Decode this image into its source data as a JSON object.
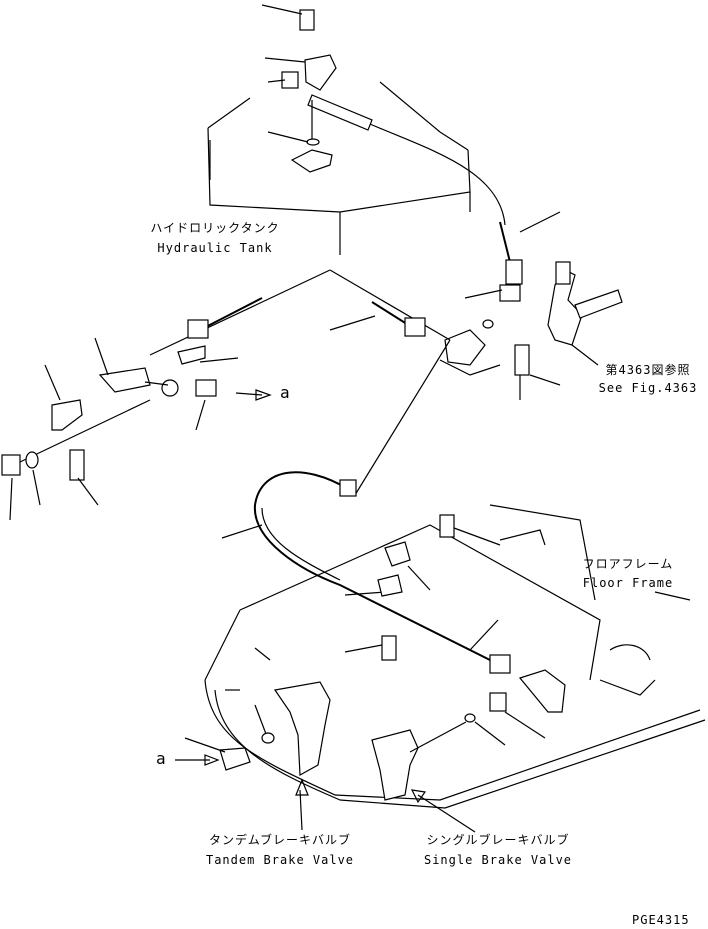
{
  "labels": {
    "hydraulic_tank_jp": "ハイドロリックタンク",
    "hydraulic_tank_en": "Hydraulic Tank",
    "floor_frame_jp": "フロアフレーム",
    "floor_frame_en": "Floor Frame",
    "see_fig_jp": "第4363図参照",
    "see_fig_en": "See Fig.4363",
    "tandem_jp": "タンデムブレーキバルブ",
    "tandem_en": "Tandem Brake Valve",
    "single_jp": "シングルブレーキバルブ",
    "single_en": "Single Brake Valve",
    "ref_a_upper": "a",
    "ref_a_lower": "a",
    "page_code": "PGE4315"
  }
}
